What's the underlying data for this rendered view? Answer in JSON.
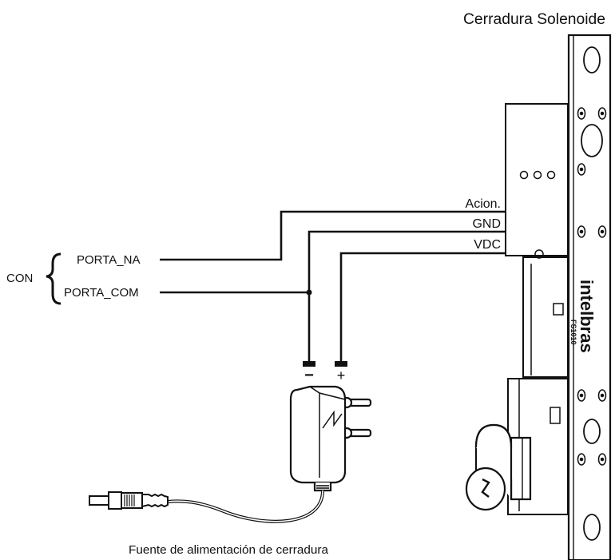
{
  "lock": {
    "title": "Cerradura Solenoide",
    "brand": "intelbras",
    "model": "FS1010"
  },
  "wires": {
    "acion": "Acion.",
    "gnd": "GND",
    "vdc": "VDC"
  },
  "connector": {
    "label": "CON",
    "porta_na": "PORTA_NA",
    "porta_com": "PORTA_COM"
  },
  "power_supply": {
    "caption": "Fuente de alimentación de cerradura",
    "minus": "−",
    "plus": "+"
  },
  "colors": {
    "ink": "#111111",
    "background": "#ffffff"
  }
}
